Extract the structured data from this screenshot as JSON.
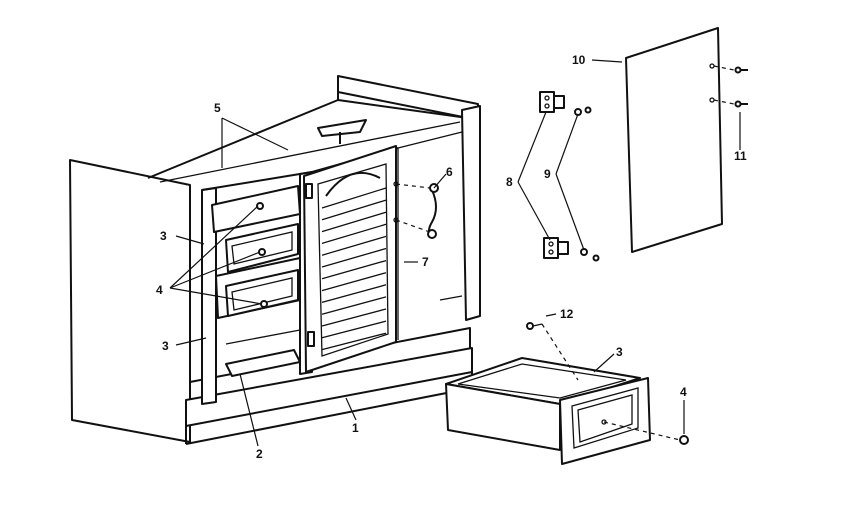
{
  "callouts": {
    "c1": "1",
    "c2": "2",
    "c3a": "3",
    "c3b": "3",
    "c3c": "3",
    "c4a": "4",
    "c4b": "4",
    "c5": "5",
    "c6": "6",
    "c7": "7",
    "c8": "8",
    "c9": "9",
    "c10": "10",
    "c11": "11",
    "c12": "12"
  }
}
